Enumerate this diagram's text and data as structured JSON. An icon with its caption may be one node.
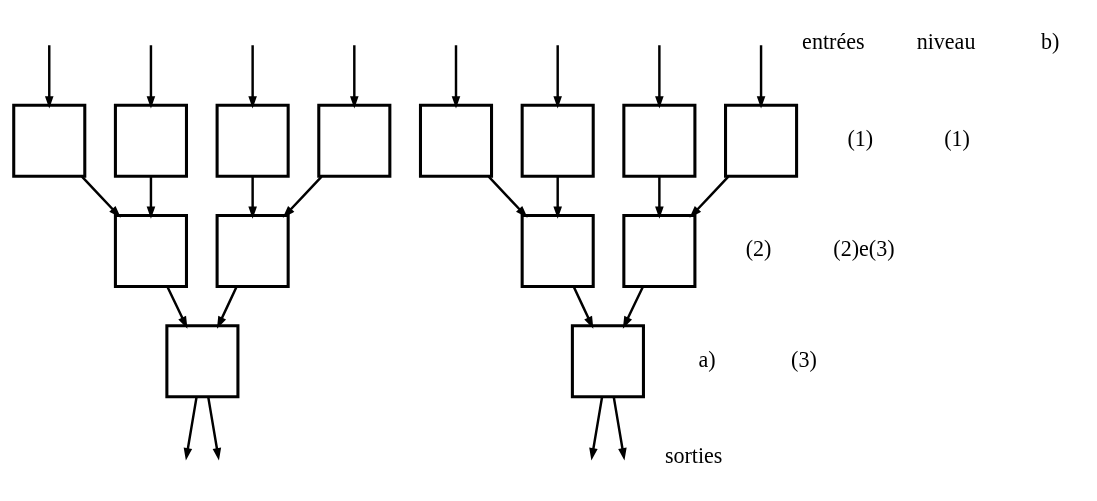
{
  "diagram": {
    "nodes": [
      {
        "text": [],
        "shape": "box"
      },
      {
        "text": [],
        "shape": "box"
      },
      {
        "text": [],
        "shape": "box"
      },
      {
        "text": [],
        "shape": "box"
      },
      {
        "text": [],
        "shape": "box"
      },
      {
        "text": [],
        "shape": "box"
      },
      {
        "text": [],
        "shape": "box"
      },
      {
        "text": [],
        "shape": "box"
      },
      {
        "text": [],
        "shape": "box"
      },
      {
        "text": [],
        "shape": "box"
      },
      {
        "text": [],
        "shape": "box"
      },
      {
        "text": [],
        "shape": "box"
      },
      {
        "text": [],
        "shape": "box"
      },
      {
        "text": [],
        "shape": "box"
      }
    ],
    "edges": [
      {
        "from": null,
        "to": 0,
        "arrow": "to"
      },
      {
        "from": null,
        "to": 1,
        "arrow": "to"
      },
      {
        "from": null,
        "to": 2,
        "arrow": "to"
      },
      {
        "from": null,
        "to": 3,
        "arrow": "to"
      },
      {
        "from": 0,
        "to": 4,
        "arrow": "to"
      },
      {
        "from": 1,
        "to": 4,
        "arrow": "to"
      },
      {
        "from": 2,
        "to": 5,
        "arrow": "to"
      },
      {
        "from": 3,
        "to": 5,
        "arrow": "to"
      },
      {
        "from": 4,
        "to": 6,
        "arrow": "to"
      },
      {
        "from": 5,
        "to": 6,
        "arrow": "to"
      },
      {
        "from": 6,
        "to": null,
        "arrow": "to"
      },
      {
        "from": 6,
        "to": null,
        "arrow": "to"
      },
      {
        "from": null,
        "to": 7,
        "arrow": "to"
      },
      {
        "from": null,
        "to": 8,
        "arrow": "to"
      },
      {
        "from": null,
        "to": 9,
        "arrow": "to"
      },
      {
        "from": null,
        "to": 10,
        "arrow": "to"
      },
      {
        "from": 7,
        "to": 11,
        "arrow": "to"
      },
      {
        "from": 8,
        "to": 11,
        "arrow": "to"
      },
      {
        "from": 9,
        "to": 13,
        "arrow": "to"
      },
      {
        "from": 10,
        "to": 13,
        "arrow": "to"
      },
      {
        "from": 11,
        "to": 12,
        "arrow": "to"
      },
      {
        "from": 13,
        "to": 12,
        "arrow": "to"
      },
      {
        "from": 12,
        "to": null,
        "arrow": "to"
      },
      {
        "from": 12,
        "to": null,
        "arrow": "to"
      }
    ],
    "labels": [
      "entrées",
      "niveau",
      "(1)",
      "b)",
      "(1)",
      "(2)",
      "(2)e(3)",
      "a)",
      "(3)",
      "sorties"
    ]
  }
}
